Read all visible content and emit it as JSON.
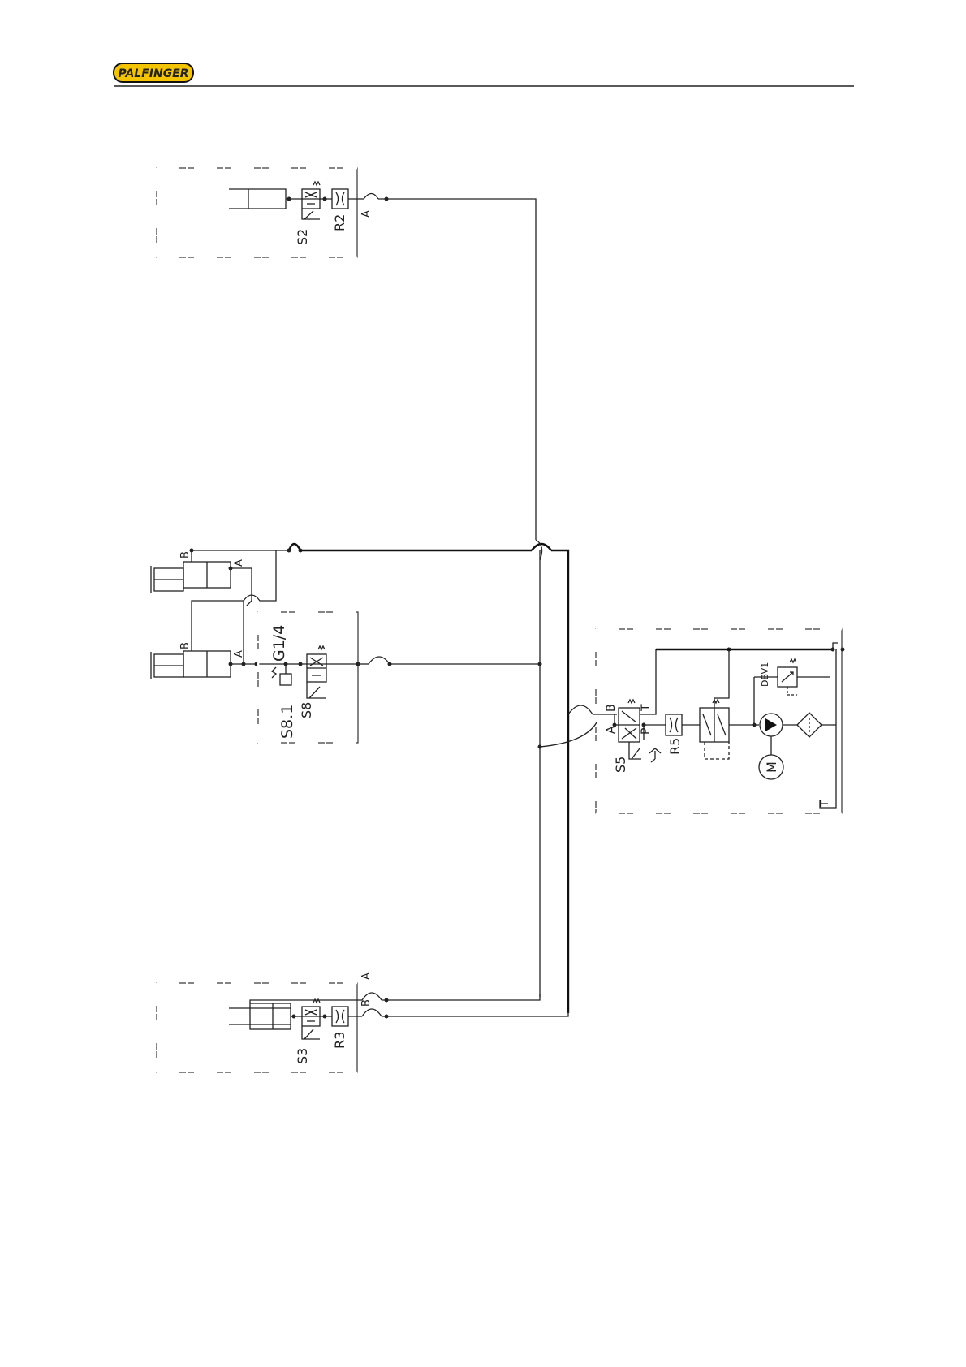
{
  "header": {
    "brand": "PALFINGER",
    "brand_color": "#f5c400"
  },
  "diagram": {
    "units": {
      "top_unit": {
        "valve_label": "S2",
        "restrictor_label": "R2",
        "port_label": "A"
      },
      "middle_cylinders": {
        "upper_port_b": "B",
        "upper_port_a": "A",
        "lower_port_b": "B",
        "lower_port_a": "A"
      },
      "middle_unit": {
        "switch_label": "S8.1",
        "port_size": "G1/4",
        "valve_label": "S8"
      },
      "bottom_unit": {
        "valve_label": "S3",
        "restrictor_label": "R3",
        "port_a": "A",
        "port_b": "B"
      },
      "power_unit": {
        "valve_label": "S5",
        "port_b": "B",
        "port_t": "T",
        "port_a": "A",
        "port_p": "P",
        "restrictor_label": "R5",
        "relief_valve_label": "DBV1",
        "motor_label": "M",
        "tank_label": "T"
      }
    }
  }
}
